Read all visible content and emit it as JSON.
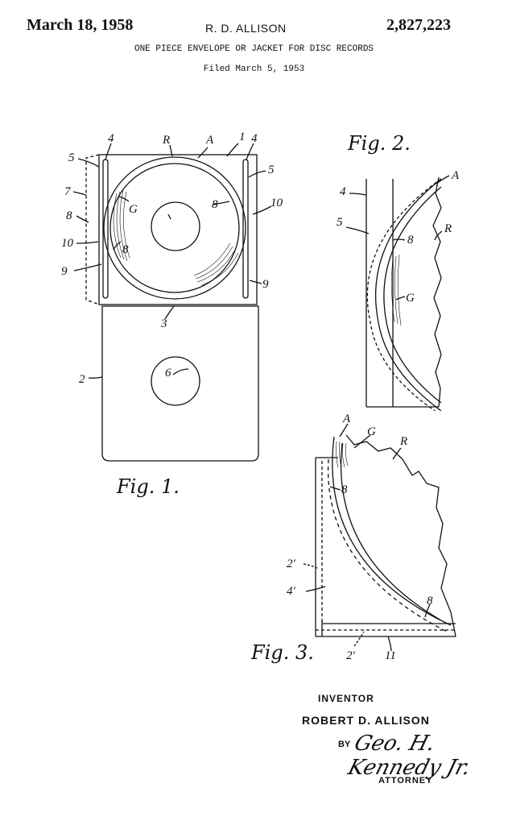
{
  "header": {
    "date": "March 18, 1958",
    "inventor_short": "R. D. ALLISON",
    "patent_number": "2,827,223",
    "title": "ONE PIECE ENVELOPE OR JACKET FOR DISC RECORDS",
    "filed": "Filed March 5, 1953"
  },
  "figures": {
    "fig1_caption": "Fig. 1.",
    "fig2_caption": "Fig. 2.",
    "fig3_caption": "Fig. 3."
  },
  "labels": {
    "r": "R",
    "a": "A",
    "one": "1",
    "two": "2",
    "three": "3",
    "four": "4",
    "five": "5",
    "six": "6",
    "seven": "7",
    "eight": "8",
    "nine": "9",
    "ten": "10",
    "eleven": "11",
    "g": "G",
    "two_prime": "2'",
    "four_prime": "4'"
  },
  "signature_block": {
    "inventor_label": "INVENTOR",
    "inventor_name": "ROBERT D. ALLISON",
    "by": "BY",
    "attorney_signature": "Geo. H. Kennedy Jr.",
    "attorney_label": "ATTORNEY"
  }
}
